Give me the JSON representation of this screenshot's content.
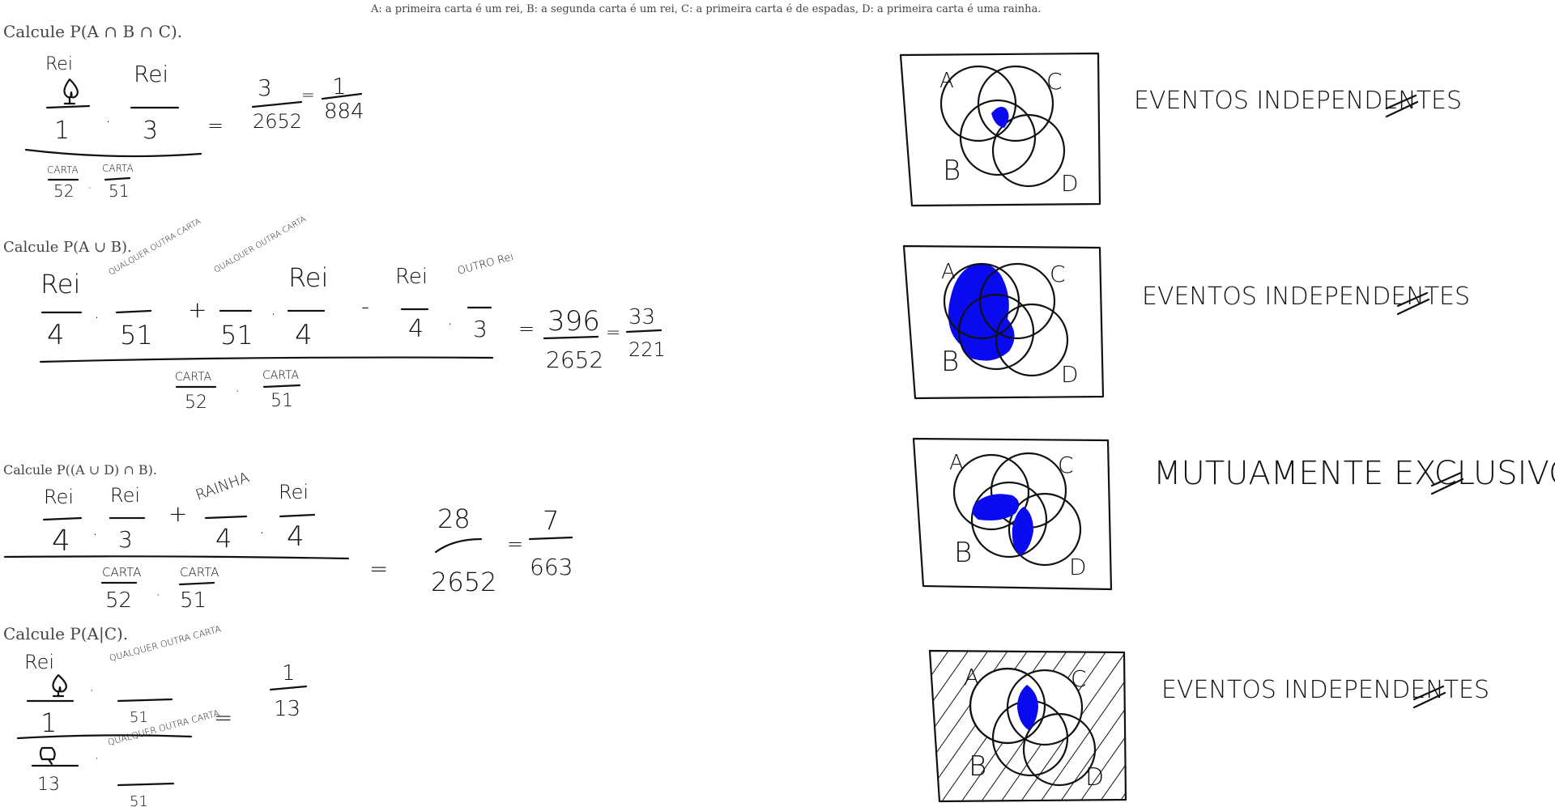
{
  "header": {
    "definitions": "A: a primeira carta é um rei, B: a segunda carta é um rei, C: a primeira carta é de espadas, D: a primeira carta é uma rainha."
  },
  "colors": {
    "fill": "#0a0af0",
    "ink": "#111111"
  },
  "problems": [
    {
      "prompt": "Calcule P(A ∩ B ∩ C).",
      "tokens": {
        "rei1": "Rei",
        "n1": "1",
        "rei2": "Rei",
        "n3": "3",
        "res_num": "3",
        "res_den": "2652",
        "simp_num": "1",
        "simp_den": "884",
        "carta1": "CARTA",
        "d52": "52",
        "carta2": "CARTA",
        "d51": "51"
      },
      "venn_labels": [
        "A",
        "B",
        "C",
        "D"
      ],
      "note": "EVENTOS INDEPENDENTES"
    },
    {
      "prompt": "Calcule P(A ∪ B).",
      "tokens": {
        "rei_a": "Rei",
        "four_a": "4",
        "qual_a": "QUALQUER OUTRA CARTA",
        "n51_a": "51",
        "qual_b": "QUALQUER OUTRA CARTA",
        "n51_b": "51",
        "rei_b": "Rei",
        "four_b": "4",
        "rei_c": "Rei",
        "four_c": "4",
        "outro_rei": "OUTRO Rei",
        "three_c": "3",
        "res_num": "396",
        "res_den": "2652",
        "simp_num": "33",
        "simp_den": "221",
        "carta1": "CARTA",
        "d52": "52",
        "carta2": "CARTA",
        "d51": "51"
      },
      "venn_labels": [
        "A",
        "B",
        "C",
        "D"
      ],
      "note": "EVENTOS INDEPENDENTES"
    },
    {
      "prompt": "Calcule P((A ∪ D) ∩ B).",
      "tokens": {
        "rei_a": "Rei",
        "four_a": "4",
        "rei_b": "Rei",
        "three_b": "3",
        "rainha": "RAINHA",
        "four_c": "4",
        "rei_d": "Rei",
        "four_d": "4",
        "carta1": "CARTA",
        "d52": "52",
        "carta2": "CARTA",
        "d51": "51",
        "res_num": "28",
        "res_den": "2652",
        "simp_num": "7",
        "simp_den": "663"
      },
      "venn_labels": [
        "A",
        "B",
        "C",
        "D"
      ],
      "note": "MUTUAMENTE EXCLUSIVOS"
    },
    {
      "prompt": "Calcule P(A|C).",
      "tokens": {
        "rei": "Rei",
        "n1": "1",
        "qual_a": "QUALQUER OUTRA CARTA",
        "n51_a": "51",
        "d13": "13",
        "qual_b": "QUALQUER OUTRA CARTA",
        "n51_b": "51",
        "res_num": "1",
        "res_den": "13"
      },
      "venn_labels": [
        "A",
        "B",
        "C",
        "D"
      ],
      "note": "EVENTOS INDEPENDENTES"
    }
  ]
}
